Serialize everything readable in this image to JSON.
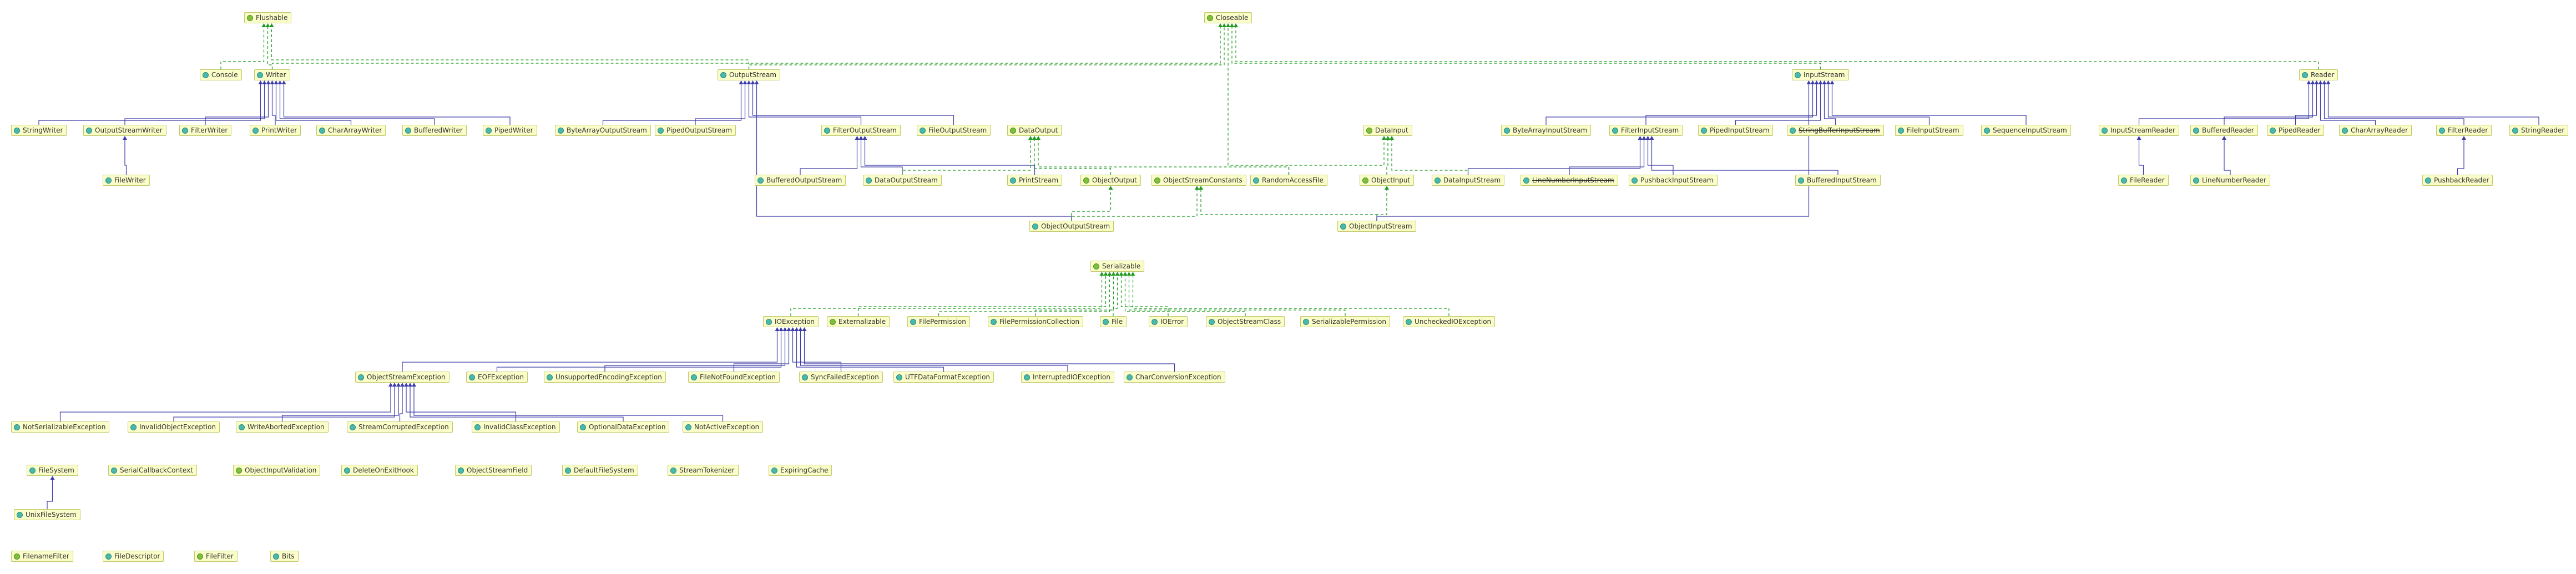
{
  "colors": {
    "inherit": "#3c3ca8",
    "implement": "#1f9a1f",
    "box_fill": "#fbfdc8",
    "box_border": "#c3c96c"
  },
  "node_order": [
    "Flushable",
    "Closeable",
    "Console",
    "Writer",
    "OutputStream",
    "InputStream",
    "Reader",
    "StringWriter",
    "OutputStreamWriter",
    "FilterWriter",
    "PrintWriter",
    "CharArrayWriter",
    "BufferedWriter",
    "PipedWriter",
    "ByteArrayOutputStream",
    "PipedOutputStream",
    "FilterOutputStream",
    "FileOutputStream",
    "DataOutput",
    "DataInput",
    "ByteArrayInputStream",
    "FilterInputStream",
    "PipedInputStream",
    "StringBufferInputStream",
    "FileInputStream",
    "SequenceInputStream",
    "InputStreamReader",
    "BufferedReader",
    "PipedReader",
    "CharArrayReader",
    "FilterReader",
    "StringReader",
    "FileWriter",
    "BufferedOutputStream",
    "DataOutputStream",
    "PrintStream",
    "ObjectOutput",
    "ObjectStreamConstants",
    "RandomAccessFile",
    "ObjectInput",
    "DataInputStream",
    "LineNumberInputStream",
    "PushbackInputStream",
    "BufferedInputStream",
    "FileReader",
    "LineNumberReader",
    "PushbackReader",
    "ObjectOutputStream",
    "ObjectInputStream",
    "Serializable",
    "IOException",
    "Externalizable",
    "FilePermission",
    "FilePermissionCollection",
    "File",
    "IOError",
    "ObjectStreamClass",
    "SerializablePermission",
    "UncheckedIOException",
    "ObjectStreamException",
    "EOFException",
    "UnsupportedEncodingException",
    "FileNotFoundException",
    "SyncFailedException",
    "UTFDataFormatException",
    "InterruptedIOException",
    "CharConversionException",
    "NotSerializableException",
    "InvalidObjectException",
    "WriteAbortedException",
    "StreamCorruptedException",
    "InvalidClassException",
    "OptionalDataException",
    "NotActiveException",
    "FileSystem",
    "SerialCallbackContext",
    "ObjectInputValidation",
    "DeleteOnExitHook",
    "ObjectStreamField",
    "DefaultFileSystem",
    "StreamTokenizer",
    "ExpiringCache",
    "UnixFileSystem",
    "FilenameFilter",
    "FileDescriptor",
    "FileFilter",
    "Bits"
  ],
  "nodes": {
    "Flushable": {
      "label": "Flushable",
      "kind": "interface"
    },
    "Closeable": {
      "label": "Closeable",
      "kind": "interface"
    },
    "Console": {
      "label": "Console",
      "kind": "class"
    },
    "Writer": {
      "label": "Writer",
      "kind": "class"
    },
    "OutputStream": {
      "label": "OutputStream",
      "kind": "class"
    },
    "InputStream": {
      "label": "InputStream",
      "kind": "class"
    },
    "Reader": {
      "label": "Reader",
      "kind": "class"
    },
    "StringWriter": {
      "label": "StringWriter",
      "kind": "class"
    },
    "OutputStreamWriter": {
      "label": "OutputStreamWriter",
      "kind": "class"
    },
    "FilterWriter": {
      "label": "FilterWriter",
      "kind": "class"
    },
    "PrintWriter": {
      "label": "PrintWriter",
      "kind": "class"
    },
    "CharArrayWriter": {
      "label": "CharArrayWriter",
      "kind": "class"
    },
    "BufferedWriter": {
      "label": "BufferedWriter",
      "kind": "class"
    },
    "PipedWriter": {
      "label": "PipedWriter",
      "kind": "class"
    },
    "ByteArrayOutputStream": {
      "label": "ByteArrayOutputStream",
      "kind": "class"
    },
    "PipedOutputStream": {
      "label": "PipedOutputStream",
      "kind": "class"
    },
    "FilterOutputStream": {
      "label": "FilterOutputStream",
      "kind": "class"
    },
    "FileOutputStream": {
      "label": "FileOutputStream",
      "kind": "class"
    },
    "DataOutput": {
      "label": "DataOutput",
      "kind": "interface"
    },
    "DataInput": {
      "label": "DataInput",
      "kind": "interface"
    },
    "ByteArrayInputStream": {
      "label": "ByteArrayInputStream",
      "kind": "class"
    },
    "FilterInputStream": {
      "label": "FilterInputStream",
      "kind": "class"
    },
    "PipedInputStream": {
      "label": "PipedInputStream",
      "kind": "class"
    },
    "StringBufferInputStream": {
      "label": "StringBufferInputStream",
      "kind": "class",
      "deprecated": true
    },
    "FileInputStream": {
      "label": "FileInputStream",
      "kind": "class"
    },
    "SequenceInputStream": {
      "label": "SequenceInputStream",
      "kind": "class"
    },
    "InputStreamReader": {
      "label": "InputStreamReader",
      "kind": "class"
    },
    "BufferedReader": {
      "label": "BufferedReader",
      "kind": "class"
    },
    "PipedReader": {
      "label": "PipedReader",
      "kind": "class"
    },
    "CharArrayReader": {
      "label": "CharArrayReader",
      "kind": "class"
    },
    "FilterReader": {
      "label": "FilterReader",
      "kind": "class"
    },
    "StringReader": {
      "label": "StringReader",
      "kind": "class"
    },
    "FileWriter": {
      "label": "FileWriter",
      "kind": "class"
    },
    "BufferedOutputStream": {
      "label": "BufferedOutputStream",
      "kind": "class"
    },
    "DataOutputStream": {
      "label": "DataOutputStream",
      "kind": "class"
    },
    "PrintStream": {
      "label": "PrintStream",
      "kind": "class"
    },
    "ObjectOutput": {
      "label": "ObjectOutput",
      "kind": "interface"
    },
    "ObjectStreamConstants": {
      "label": "ObjectStreamConstants",
      "kind": "interface"
    },
    "RandomAccessFile": {
      "label": "RandomAccessFile",
      "kind": "class"
    },
    "ObjectInput": {
      "label": "ObjectInput",
      "kind": "interface"
    },
    "DataInputStream": {
      "label": "DataInputStream",
      "kind": "class"
    },
    "LineNumberInputStream": {
      "label": "LineNumberInputStream",
      "kind": "class",
      "deprecated": true
    },
    "PushbackInputStream": {
      "label": "PushbackInputStream",
      "kind": "class"
    },
    "BufferedInputStream": {
      "label": "BufferedInputStream",
      "kind": "class"
    },
    "FileReader": {
      "label": "FileReader",
      "kind": "class"
    },
    "LineNumberReader": {
      "label": "LineNumberReader",
      "kind": "class"
    },
    "PushbackReader": {
      "label": "PushbackReader",
      "kind": "class"
    },
    "ObjectOutputStream": {
      "label": "ObjectOutputStream",
      "kind": "class"
    },
    "ObjectInputStream": {
      "label": "ObjectInputStream",
      "kind": "class"
    },
    "Serializable": {
      "label": "Serializable",
      "kind": "interface"
    },
    "IOException": {
      "label": "IOException",
      "kind": "class"
    },
    "Externalizable": {
      "label": "Externalizable",
      "kind": "interface"
    },
    "FilePermission": {
      "label": "FilePermission",
      "kind": "class"
    },
    "FilePermissionCollection": {
      "label": "FilePermissionCollection",
      "kind": "class"
    },
    "File": {
      "label": "File",
      "kind": "class"
    },
    "IOError": {
      "label": "IOError",
      "kind": "class"
    },
    "ObjectStreamClass": {
      "label": "ObjectStreamClass",
      "kind": "class"
    },
    "SerializablePermission": {
      "label": "SerializablePermission",
      "kind": "class"
    },
    "UncheckedIOException": {
      "label": "UncheckedIOException",
      "kind": "class"
    },
    "ObjectStreamException": {
      "label": "ObjectStreamException",
      "kind": "class"
    },
    "EOFException": {
      "label": "EOFException",
      "kind": "class"
    },
    "UnsupportedEncodingException": {
      "label": "UnsupportedEncodingException",
      "kind": "class"
    },
    "FileNotFoundException": {
      "label": "FileNotFoundException",
      "kind": "class"
    },
    "SyncFailedException": {
      "label": "SyncFailedException",
      "kind": "class"
    },
    "UTFDataFormatException": {
      "label": "UTFDataFormatException",
      "kind": "class"
    },
    "InterruptedIOException": {
      "label": "InterruptedIOException",
      "kind": "class"
    },
    "CharConversionException": {
      "label": "CharConversionException",
      "kind": "class"
    },
    "NotSerializableException": {
      "label": "NotSerializableException",
      "kind": "class"
    },
    "InvalidObjectException": {
      "label": "InvalidObjectException",
      "kind": "class"
    },
    "WriteAbortedException": {
      "label": "WriteAbortedException",
      "kind": "class"
    },
    "StreamCorruptedException": {
      "label": "StreamCorruptedException",
      "kind": "class"
    },
    "InvalidClassException": {
      "label": "InvalidClassException",
      "kind": "class"
    },
    "OptionalDataException": {
      "label": "OptionalDataException",
      "kind": "class"
    },
    "NotActiveException": {
      "label": "NotActiveException",
      "kind": "class"
    },
    "FileSystem": {
      "label": "FileSystem",
      "kind": "class"
    },
    "SerialCallbackContext": {
      "label": "SerialCallbackContext",
      "kind": "class"
    },
    "ObjectInputValidation": {
      "label": "ObjectInputValidation",
      "kind": "interface"
    },
    "DeleteOnExitHook": {
      "label": "DeleteOnExitHook",
      "kind": "class"
    },
    "ObjectStreamField": {
      "label": "ObjectStreamField",
      "kind": "class"
    },
    "DefaultFileSystem": {
      "label": "DefaultFileSystem",
      "kind": "class"
    },
    "StreamTokenizer": {
      "label": "StreamTokenizer",
      "kind": "class"
    },
    "ExpiringCache": {
      "label": "ExpiringCache",
      "kind": "class"
    },
    "UnixFileSystem": {
      "label": "UnixFileSystem",
      "kind": "class"
    },
    "FilenameFilter": {
      "label": "FilenameFilter",
      "kind": "interface"
    },
    "FileDescriptor": {
      "label": "FileDescriptor",
      "kind": "class"
    },
    "FileFilter": {
      "label": "FileFilter",
      "kind": "interface"
    },
    "Bits": {
      "label": "Bits",
      "kind": "class"
    }
  },
  "edges": [
    {
      "from": "Writer",
      "to": "Flushable",
      "type": "implements"
    },
    {
      "from": "Writer",
      "to": "Closeable",
      "type": "implements"
    },
    {
      "from": "Console",
      "to": "Flushable",
      "type": "implements"
    },
    {
      "from": "OutputStream",
      "to": "Flushable",
      "type": "implements"
    },
    {
      "from": "OutputStream",
      "to": "Closeable",
      "type": "implements"
    },
    {
      "from": "InputStream",
      "to": "Closeable",
      "type": "implements"
    },
    {
      "from": "Reader",
      "to": "Closeable",
      "type": "implements"
    },
    {
      "from": "RandomAccessFile",
      "to": "Closeable",
      "type": "implements"
    },
    {
      "from": "StringWriter",
      "to": "Writer",
      "type": "extends"
    },
    {
      "from": "OutputStreamWriter",
      "to": "Writer",
      "type": "extends"
    },
    {
      "from": "FilterWriter",
      "to": "Writer",
      "type": "extends"
    },
    {
      "from": "PrintWriter",
      "to": "Writer",
      "type": "extends"
    },
    {
      "from": "CharArrayWriter",
      "to": "Writer",
      "type": "extends"
    },
    {
      "from": "BufferedWriter",
      "to": "Writer",
      "type": "extends"
    },
    {
      "from": "PipedWriter",
      "to": "Writer",
      "type": "extends"
    },
    {
      "from": "FileWriter",
      "to": "OutputStreamWriter",
      "type": "extends"
    },
    {
      "from": "ByteArrayOutputStream",
      "to": "OutputStream",
      "type": "extends"
    },
    {
      "from": "PipedOutputStream",
      "to": "OutputStream",
      "type": "extends"
    },
    {
      "from": "FilterOutputStream",
      "to": "OutputStream",
      "type": "extends"
    },
    {
      "from": "FileOutputStream",
      "to": "OutputStream",
      "type": "extends"
    },
    {
      "from": "ObjectOutputStream",
      "to": "OutputStream",
      "type": "extends"
    },
    {
      "from": "BufferedOutputStream",
      "to": "FilterOutputStream",
      "type": "extends"
    },
    {
      "from": "DataOutputStream",
      "to": "FilterOutputStream",
      "type": "extends"
    },
    {
      "from": "PrintStream",
      "to": "FilterOutputStream",
      "type": "extends"
    },
    {
      "from": "DataOutputStream",
      "to": "DataOutput",
      "type": "implements"
    },
    {
      "from": "ObjectOutput",
      "to": "DataOutput",
      "type": "implements"
    },
    {
      "from": "RandomAccessFile",
      "to": "DataOutput",
      "type": "implements"
    },
    {
      "from": "ObjectOutputStream",
      "to": "ObjectOutput",
      "type": "implements"
    },
    {
      "from": "ObjectOutputStream",
      "to": "ObjectStreamConstants",
      "type": "implements"
    },
    {
      "from": "ObjectInputStream",
      "to": "ObjectStreamConstants",
      "type": "implements"
    },
    {
      "from": "ObjectInput",
      "to": "DataInput",
      "type": "implements"
    },
    {
      "from": "RandomAccessFile",
      "to": "DataInput",
      "type": "implements"
    },
    {
      "from": "DataInputStream",
      "to": "DataInput",
      "type": "implements"
    },
    {
      "from": "ObjectInputStream",
      "to": "ObjectInput",
      "type": "implements"
    },
    {
      "from": "ByteArrayInputStream",
      "to": "InputStream",
      "type": "extends"
    },
    {
      "from": "FilterInputStream",
      "to": "InputStream",
      "type": "extends"
    },
    {
      "from": "PipedInputStream",
      "to": "InputStream",
      "type": "extends"
    },
    {
      "from": "StringBufferInputStream",
      "to": "InputStream",
      "type": "extends"
    },
    {
      "from": "FileInputStream",
      "to": "InputStream",
      "type": "extends"
    },
    {
      "from": "SequenceInputStream",
      "to": "InputStream",
      "type": "extends"
    },
    {
      "from": "ObjectInputStream",
      "to": "InputStream",
      "type": "extends"
    },
    {
      "from": "DataInputStream",
      "to": "FilterInputStream",
      "type": "extends"
    },
    {
      "from": "LineNumberInputStream",
      "to": "FilterInputStream",
      "type": "extends"
    },
    {
      "from": "PushbackInputStream",
      "to": "FilterInputStream",
      "type": "extends"
    },
    {
      "from": "BufferedInputStream",
      "to": "FilterInputStream",
      "type": "extends"
    },
    {
      "from": "InputStreamReader",
      "to": "Reader",
      "type": "extends"
    },
    {
      "from": "BufferedReader",
      "to": "Reader",
      "type": "extends"
    },
    {
      "from": "PipedReader",
      "to": "Reader",
      "type": "extends"
    },
    {
      "from": "CharArrayReader",
      "to": "Reader",
      "type": "extends"
    },
    {
      "from": "FilterReader",
      "to": "Reader",
      "type": "extends"
    },
    {
      "from": "StringReader",
      "to": "Reader",
      "type": "extends"
    },
    {
      "from": "FileReader",
      "to": "InputStreamReader",
      "type": "extends"
    },
    {
      "from": "LineNumberReader",
      "to": "BufferedReader",
      "type": "extends"
    },
    {
      "from": "PushbackReader",
      "to": "FilterReader",
      "type": "extends"
    },
    {
      "from": "IOException",
      "to": "Serializable",
      "type": "implements"
    },
    {
      "from": "Externalizable",
      "to": "Serializable",
      "type": "implements"
    },
    {
      "from": "FilePermission",
      "to": "Serializable",
      "type": "implements"
    },
    {
      "from": "FilePermissionCollection",
      "to": "Serializable",
      "type": "implements"
    },
    {
      "from": "File",
      "to": "Serializable",
      "type": "implements"
    },
    {
      "from": "IOError",
      "to": "Serializable",
      "type": "implements"
    },
    {
      "from": "ObjectStreamClass",
      "to": "Serializable",
      "type": "implements"
    },
    {
      "from": "SerializablePermission",
      "to": "Serializable",
      "type": "implements"
    },
    {
      "from": "UncheckedIOException",
      "to": "Serializable",
      "type": "implements"
    },
    {
      "from": "ObjectStreamException",
      "to": "IOException",
      "type": "extends"
    },
    {
      "from": "EOFException",
      "to": "IOException",
      "type": "extends"
    },
    {
      "from": "UnsupportedEncodingException",
      "to": "IOException",
      "type": "extends"
    },
    {
      "from": "FileNotFoundException",
      "to": "IOException",
      "type": "extends"
    },
    {
      "from": "SyncFailedException",
      "to": "IOException",
      "type": "extends"
    },
    {
      "from": "UTFDataFormatException",
      "to": "IOException",
      "type": "extends"
    },
    {
      "from": "InterruptedIOException",
      "to": "IOException",
      "type": "extends"
    },
    {
      "from": "CharConversionException",
      "to": "IOException",
      "type": "extends"
    },
    {
      "from": "NotSerializableException",
      "to": "ObjectStreamException",
      "type": "extends"
    },
    {
      "from": "InvalidObjectException",
      "to": "ObjectStreamException",
      "type": "extends"
    },
    {
      "from": "WriteAbortedException",
      "to": "ObjectStreamException",
      "type": "extends"
    },
    {
      "from": "StreamCorruptedException",
      "to": "ObjectStreamException",
      "type": "extends"
    },
    {
      "from": "InvalidClassException",
      "to": "ObjectStreamException",
      "type": "extends"
    },
    {
      "from": "OptionalDataException",
      "to": "ObjectStreamException",
      "type": "extends"
    },
    {
      "from": "NotActiveException",
      "to": "ObjectStreamException",
      "type": "extends"
    },
    {
      "from": "UnixFileSystem",
      "to": "FileSystem",
      "type": "extends"
    }
  ]
}
